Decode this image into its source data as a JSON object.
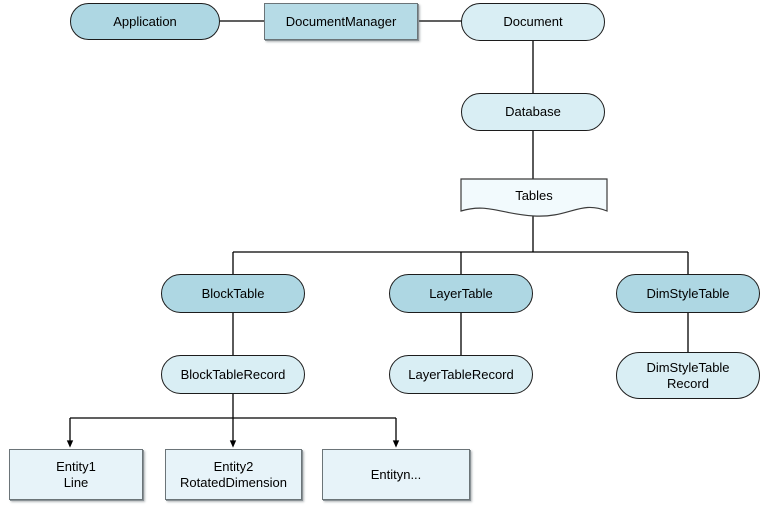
{
  "diagram": {
    "title": "Document / Database object model hierarchy",
    "background": "#ffffff",
    "colors": {
      "fill_mid_blue": "#aed7e3",
      "fill_light_blue": "#d9eef4",
      "fill_pale_blue": "#e7f3f9",
      "fill_rect_blue": "#b6dbe6",
      "stroke_dark": "#1c1c1c",
      "stroke_gray": "#6b7478",
      "edge_line": "#000000"
    },
    "nodes": {
      "application": {
        "label": "Application",
        "shape": "rounded-pill"
      },
      "document_manager": {
        "label": "DocumentManager",
        "shape": "rectangle"
      },
      "document": {
        "label": "Document",
        "shape": "rounded-pill"
      },
      "database": {
        "label": "Database",
        "shape": "rounded-pill"
      },
      "tables": {
        "label": "Tables",
        "shape": "document-wave"
      },
      "block_table": {
        "label": "BlockTable",
        "shape": "rounded-pill"
      },
      "layer_table": {
        "label": "LayerTable",
        "shape": "rounded-pill"
      },
      "dim_style_table": {
        "label": "DimStyleTable",
        "shape": "rounded-pill"
      },
      "block_table_record": {
        "label": "BlockTableRecord",
        "shape": "rounded-pill"
      },
      "layer_table_record": {
        "label": "LayerTableRecord",
        "shape": "rounded-pill"
      },
      "dim_style_table_record": {
        "label": "DimStyleTable\nRecord",
        "shape": "rounded-pill"
      },
      "entity1": {
        "label": "Entity1\nLine",
        "shape": "rectangle"
      },
      "entity2": {
        "label": "Entity2\nRotatedDimension",
        "shape": "rectangle"
      },
      "entityn": {
        "label": "Entityn...",
        "shape": "rectangle"
      }
    },
    "edges": [
      {
        "from": "application",
        "to": "document_manager",
        "arrow": false
      },
      {
        "from": "document_manager",
        "to": "document",
        "arrow": false
      },
      {
        "from": "document",
        "to": "database",
        "arrow": false
      },
      {
        "from": "database",
        "to": "tables",
        "arrow": false
      },
      {
        "from": "tables",
        "to": "block_table",
        "arrow": false
      },
      {
        "from": "tables",
        "to": "layer_table",
        "arrow": false
      },
      {
        "from": "tables",
        "to": "dim_style_table",
        "arrow": false
      },
      {
        "from": "block_table",
        "to": "block_table_record",
        "arrow": false
      },
      {
        "from": "layer_table",
        "to": "layer_table_record",
        "arrow": false
      },
      {
        "from": "dim_style_table",
        "to": "dim_style_table_record",
        "arrow": false
      },
      {
        "from": "block_table_record",
        "to": "entity1",
        "arrow": true
      },
      {
        "from": "block_table_record",
        "to": "entity2",
        "arrow": true
      },
      {
        "from": "block_table_record",
        "to": "entityn",
        "arrow": true
      }
    ]
  }
}
